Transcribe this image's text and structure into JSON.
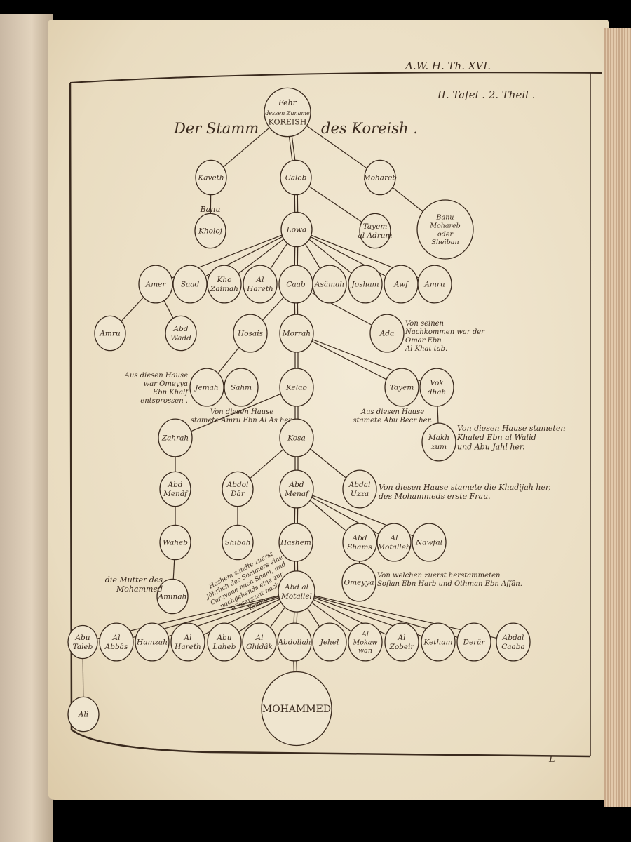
{
  "header": {
    "plate_ref": "A.W. H. Th. XVI.",
    "plate_label": "II. Tafel . 2. Theil .",
    "page_number": "L"
  },
  "title": {
    "left": "Der Stamm",
    "right": "des Koreish ."
  },
  "nodes": [
    {
      "id": "fehr",
      "lines": [
        "Fehr",
        "dessen Zuname",
        "KOREISH"
      ]
    },
    {
      "id": "kaveth",
      "lines": [
        "Kaveth"
      ]
    },
    {
      "id": "caleb",
      "lines": [
        "Caleb"
      ]
    },
    {
      "id": "mohareb",
      "lines": [
        "Mohareb"
      ]
    },
    {
      "id": "kholoj",
      "lines": [
        "Kholoj"
      ]
    },
    {
      "id": "lowa",
      "lines": [
        "Lowa"
      ]
    },
    {
      "id": "tayem_adrum",
      "lines": [
        "Tayem",
        "al Adrum"
      ]
    },
    {
      "id": "banu_mohareb",
      "lines": [
        "Banu",
        "Mohareb",
        "oder",
        "Sheiban"
      ]
    },
    {
      "id": "amer",
      "lines": [
        "Amer"
      ]
    },
    {
      "id": "saad",
      "lines": [
        "Saad"
      ]
    },
    {
      "id": "khozaimah",
      "lines": [
        "Kho",
        "Zaimah"
      ]
    },
    {
      "id": "alhareth",
      "lines": [
        "Al",
        "Hareth"
      ]
    },
    {
      "id": "caab",
      "lines": [
        "Caab"
      ]
    },
    {
      "id": "asamah",
      "lines": [
        "Asâmah"
      ]
    },
    {
      "id": "josham",
      "lines": [
        "Josham"
      ]
    },
    {
      "id": "awf",
      "lines": [
        "Awf"
      ]
    },
    {
      "id": "amru",
      "lines": [
        "Amru"
      ]
    },
    {
      "id": "amru2",
      "lines": [
        "Amru"
      ]
    },
    {
      "id": "abdwadd",
      "lines": [
        "Abd",
        "Wadd"
      ]
    },
    {
      "id": "hosais",
      "lines": [
        "Hosais"
      ]
    },
    {
      "id": "morrah",
      "lines": [
        "Morrah"
      ]
    },
    {
      "id": "ada",
      "lines": [
        "Ada"
      ]
    },
    {
      "id": "jemah",
      "lines": [
        "Jemah"
      ]
    },
    {
      "id": "sahm",
      "lines": [
        "Sahm"
      ]
    },
    {
      "id": "kelab",
      "lines": [
        "Kelab"
      ]
    },
    {
      "id": "tayem",
      "lines": [
        "Tayem"
      ]
    },
    {
      "id": "vokdhah",
      "lines": [
        "Vok",
        "dhah"
      ]
    },
    {
      "id": "zahrah",
      "lines": [
        "Zahrah"
      ]
    },
    {
      "id": "kosa",
      "lines": [
        "Kosa"
      ]
    },
    {
      "id": "makhzum",
      "lines": [
        "Makh",
        "zum"
      ]
    },
    {
      "id": "abdmenaf1",
      "lines": [
        "Abd",
        "Menâf"
      ]
    },
    {
      "id": "abdoldar",
      "lines": [
        "Abdol",
        "Dâr"
      ]
    },
    {
      "id": "abdmenaf",
      "lines": [
        "Abd",
        "Menaf"
      ]
    },
    {
      "id": "abdaluzza",
      "lines": [
        "Abdal",
        "Uzza"
      ]
    },
    {
      "id": "waheb",
      "lines": [
        "Waheb"
      ]
    },
    {
      "id": "shibah",
      "lines": [
        "Shibah"
      ]
    },
    {
      "id": "hashem",
      "lines": [
        "Hashem"
      ]
    },
    {
      "id": "abdshams",
      "lines": [
        "Abd",
        "Shams"
      ]
    },
    {
      "id": "almotalleb",
      "lines": [
        "Al",
        "Motalleb"
      ]
    },
    {
      "id": "nawfal",
      "lines": [
        "Nawfal"
      ]
    },
    {
      "id": "aminah",
      "lines": [
        "Aminah"
      ]
    },
    {
      "id": "abdalmotallel",
      "lines": [
        "Abd al",
        "Motallel"
      ]
    },
    {
      "id": "omeyya",
      "lines": [
        "Omeyya"
      ]
    },
    {
      "id": "abutaleb",
      "lines": [
        "Abu",
        "Taleb"
      ]
    },
    {
      "id": "alabbas",
      "lines": [
        "Al",
        "Abbâs"
      ]
    },
    {
      "id": "hamzah",
      "lines": [
        "Hamzah"
      ]
    },
    {
      "id": "alhareth2",
      "lines": [
        "Al",
        "Hareth"
      ]
    },
    {
      "id": "abulaheb",
      "lines": [
        "Abu",
        "Laheb"
      ]
    },
    {
      "id": "alghidak",
      "lines": [
        "Al",
        "Ghidâk"
      ]
    },
    {
      "id": "abdollah",
      "lines": [
        "Abdollah"
      ]
    },
    {
      "id": "jehel",
      "lines": [
        "Jehel"
      ]
    },
    {
      "id": "almokawwan",
      "lines": [
        "Al",
        "Mokaw",
        "wan"
      ]
    },
    {
      "id": "alzobeir",
      "lines": [
        "Al",
        "Zobeir"
      ]
    },
    {
      "id": "ketham",
      "lines": [
        "Ketham"
      ]
    },
    {
      "id": "derar",
      "lines": [
        "Derâr"
      ]
    },
    {
      "id": "abdalcaaba",
      "lines": [
        "Abdal",
        "Caaba"
      ]
    },
    {
      "id": "ali",
      "lines": [
        "Ali"
      ]
    },
    {
      "id": "mohammed",
      "lines": [
        "MOHAMMED"
      ]
    }
  ],
  "edges": [
    [
      "fehr",
      "kaveth",
      0
    ],
    [
      "fehr",
      "caleb",
      1
    ],
    [
      "fehr",
      "mohareb",
      0
    ],
    [
      "kaveth",
      "kholoj",
      0
    ],
    [
      "caleb",
      "lowa",
      1
    ],
    [
      "caleb",
      "tayem_adrum",
      0
    ],
    [
      "mohareb",
      "banu_mohareb",
      0
    ],
    [
      "lowa",
      "amer",
      0
    ],
    [
      "lowa",
      "saad",
      0
    ],
    [
      "lowa",
      "khozaimah",
      0
    ],
    [
      "lowa",
      "alhareth",
      0
    ],
    [
      "lowa",
      "caab",
      1
    ],
    [
      "lowa",
      "asamah",
      0
    ],
    [
      "lowa",
      "josham",
      0
    ],
    [
      "lowa",
      "awf",
      0
    ],
    [
      "lowa",
      "amru",
      0
    ],
    [
      "amer",
      "amru2",
      0
    ],
    [
      "amer",
      "abdwadd",
      0
    ],
    [
      "caab",
      "hosais",
      0
    ],
    [
      "caab",
      "morrah",
      1
    ],
    [
      "caab",
      "ada",
      0
    ],
    [
      "hosais",
      "jemah",
      0
    ],
    [
      "morrah",
      "kelab",
      1
    ],
    [
      "morrah",
      "tayem",
      0
    ],
    [
      "morrah",
      "vokdhah",
      0
    ],
    [
      "kelab",
      "zahrah",
      0
    ],
    [
      "kelab",
      "kosa",
      1
    ],
    [
      "vokdhah",
      "makhzum",
      0
    ],
    [
      "zahrah",
      "abdmenaf1",
      0
    ],
    [
      "kosa",
      "abdoldar",
      0
    ],
    [
      "kosa",
      "abdmenaf",
      1
    ],
    [
      "kosa",
      "abdaluzza",
      0
    ],
    [
      "abdmenaf1",
      "waheb",
      0
    ],
    [
      "abdoldar",
      "shibah",
      0
    ],
    [
      "abdmenaf",
      "hashem",
      1
    ],
    [
      "abdmenaf",
      "abdshams",
      0
    ],
    [
      "abdmenaf",
      "almotalleb",
      0
    ],
    [
      "abdmenaf",
      "nawfal",
      0
    ],
    [
      "waheb",
      "aminah",
      0
    ],
    [
      "hashem",
      "abdalmotallel",
      1
    ],
    [
      "abdshams",
      "omeyya",
      0
    ],
    [
      "abdalmotallel",
      "abutaleb",
      0
    ],
    [
      "abdalmotallel",
      "alabbas",
      0
    ],
    [
      "abdalmotallel",
      "hamzah",
      0
    ],
    [
      "abdalmotallel",
      "alhareth2",
      0
    ],
    [
      "abdalmotallel",
      "abulaheb",
      0
    ],
    [
      "abdalmotallel",
      "alghidak",
      0
    ],
    [
      "abdalmotallel",
      "abdollah",
      1
    ],
    [
      "abdalmotallel",
      "jehel",
      0
    ],
    [
      "abdalmotallel",
      "almokawwan",
      0
    ],
    [
      "abdalmotallel",
      "alzobeir",
      0
    ],
    [
      "abdalmotallel",
      "ketham",
      0
    ],
    [
      "abdalmotallel",
      "derar",
      0
    ],
    [
      "abdalmotallel",
      "abdalcaaba",
      0
    ],
    [
      "abutaleb",
      "ali",
      0
    ],
    [
      "abdollah",
      "mohammed",
      1
    ]
  ],
  "annotations": [
    {
      "id": "banu",
      "lines": [
        "Banu"
      ]
    },
    {
      "id": "omar",
      "lines": [
        "Von seinen",
        "Nachkommen war der",
        "Omar Ebn",
        "Al Khat tab."
      ]
    },
    {
      "id": "omeyya_ebn_khalf",
      "lines": [
        "Aus diesen Hause",
        "war Omeyya",
        "Ebn Khalf",
        "entsprossen ."
      ]
    },
    {
      "id": "amru_ebn_alas",
      "lines": [
        "Von diesen Hause",
        "stamete Amru Ebn Al As her."
      ]
    },
    {
      "id": "abu_becr",
      "lines": [
        "Aus diesen Hause",
        "stamete Abu Becr her."
      ]
    },
    {
      "id": "khaled",
      "lines": [
        "Von diesen Hause stameten",
        "Khaled Ebn al Walid",
        "und Abu Jahl her."
      ]
    },
    {
      "id": "khadijah",
      "lines": [
        "Von diesen Hause stamete die Khadijah her,",
        "des Mohammeds erste Frau."
      ]
    },
    {
      "id": "sofian",
      "lines": [
        "Von welchen zuerst herstammeten",
        "Sofian Ebn Harb und Othman Ebn Affân."
      ]
    },
    {
      "id": "mutter",
      "lines": [
        "die Mutter des",
        "Mohammed"
      ]
    },
    {
      "id": "hashem_note",
      "lines": [
        "Hashem sandte zuerst",
        "Jährlich des Sommers eine",
        "Caravane nach Sham, und",
        "nachgehends eine zur",
        "Winterszeit nach",
        "Yaman."
      ]
    }
  ],
  "colors": {
    "ink": "#3a2a1e",
    "paper": "#efe5cf",
    "background": "#000000"
  }
}
